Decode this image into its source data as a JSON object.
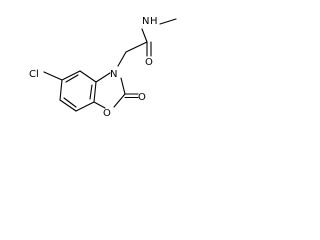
{
  "structure": {
    "atoms": {
      "cl": "Cl",
      "n_ring": "N",
      "o_ring": "O",
      "o_carbonyl_ring": "O",
      "o_amide": "O",
      "n_amide": "N",
      "h_amide": "H"
    }
  }
}
